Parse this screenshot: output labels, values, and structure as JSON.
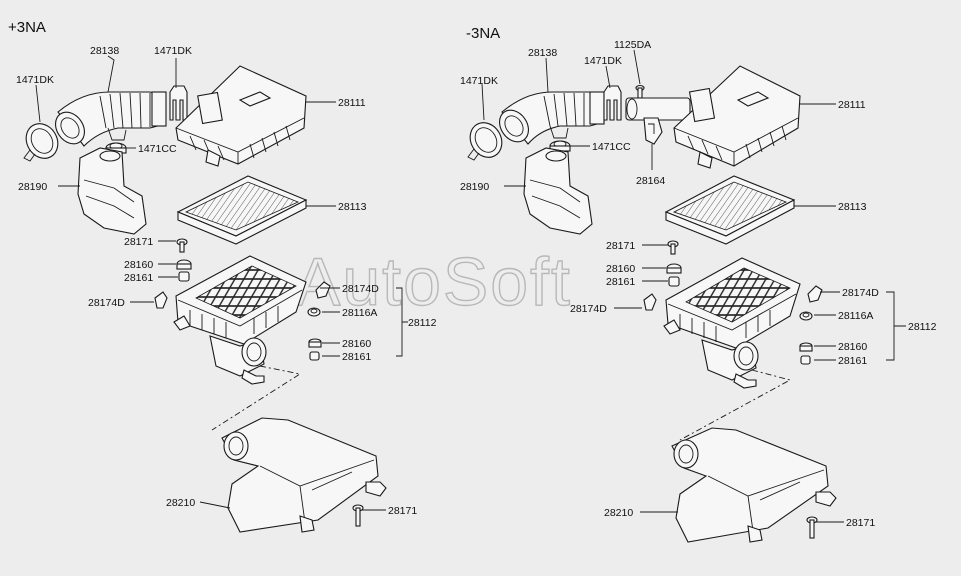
{
  "watermark": "AutoSoft",
  "variants": [
    {
      "header": "+3NA",
      "labels": {
        "l1471dk_left": "1471DK",
        "l28138": "28138",
        "l1471dk_top": "1471DK",
        "l28111": "28111",
        "l1471cc": "1471CC",
        "l28190": "28190",
        "l28113": "28113",
        "l28171_a": "28171",
        "l28160_a": "28160",
        "l28161_a": "28161",
        "l28174d_left": "28174D",
        "l28174d_right": "28174D",
        "l28116a": "28116A",
        "l28112": "28112",
        "l28160_b": "28160",
        "l28161_b": "28161",
        "l28210": "28210",
        "l28171_b": "28171"
      }
    },
    {
      "header": "-3NA",
      "labels": {
        "l1471dk_left": "1471DK",
        "l28138": "28138",
        "l1471dk_top": "1471DK",
        "l1125da": "1125DA",
        "l28111": "28111",
        "l1471cc": "1471CC",
        "l28164": "28164",
        "l28190": "28190",
        "l28113": "28113",
        "l28171_a": "28171",
        "l28160_a": "28160",
        "l28161_a": "28161",
        "l28174d_left": "28174D",
        "l28174d_right": "28174D",
        "l28116a": "28116A",
        "l28112": "28112",
        "l28160_b": "28160",
        "l28161_b": "28161",
        "l28210": "28210",
        "l28171_b": "28171"
      }
    }
  ]
}
